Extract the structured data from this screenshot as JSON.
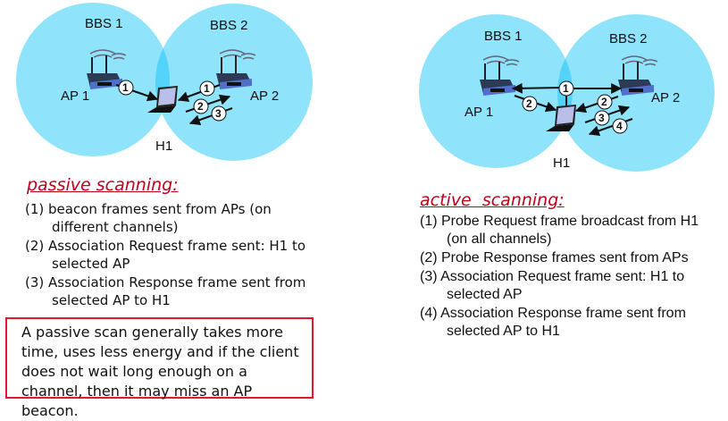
{
  "passive": {
    "diagram": {
      "bbs1": "BBS 1",
      "bbs2": "BBS 2",
      "ap1": "AP 1",
      "ap2": "AP 2",
      "host": "H1",
      "steps": [
        "1",
        "1",
        "2",
        "3"
      ]
    },
    "heading": "passive scanning:",
    "items": [
      "(1) beacon frames sent from APs (on different channels)",
      "(2) Association Request frame sent: H1 to selected AP",
      "(3) Association Response frame sent from selected AP to H1"
    ],
    "note": "A passive scan generally takes more time, uses less energy and if the client does not wait long enough on a channel, then it may miss an AP beacon."
  },
  "active": {
    "diagram": {
      "bbs1": "BBS 1",
      "bbs2": "BBS 2",
      "ap1": "AP 1",
      "ap2": "AP 2",
      "host": "H1",
      "steps": [
        "1",
        "2",
        "2",
        "3",
        "4"
      ]
    },
    "heading": "active  scanning:",
    "items": [
      "(1) Probe Request frame broadcast from H1 (on all channels)",
      "(2) Probe Response frames sent from APs",
      "(3) Association Request frame sent: H1 to selected AP",
      "(4) Association Response frame sent from selected AP to H1"
    ]
  },
  "colors": {
    "circle": "#8fe3fa",
    "overlap": "#52d3f7",
    "accent": "#c00018",
    "box": "#e8162b"
  }
}
